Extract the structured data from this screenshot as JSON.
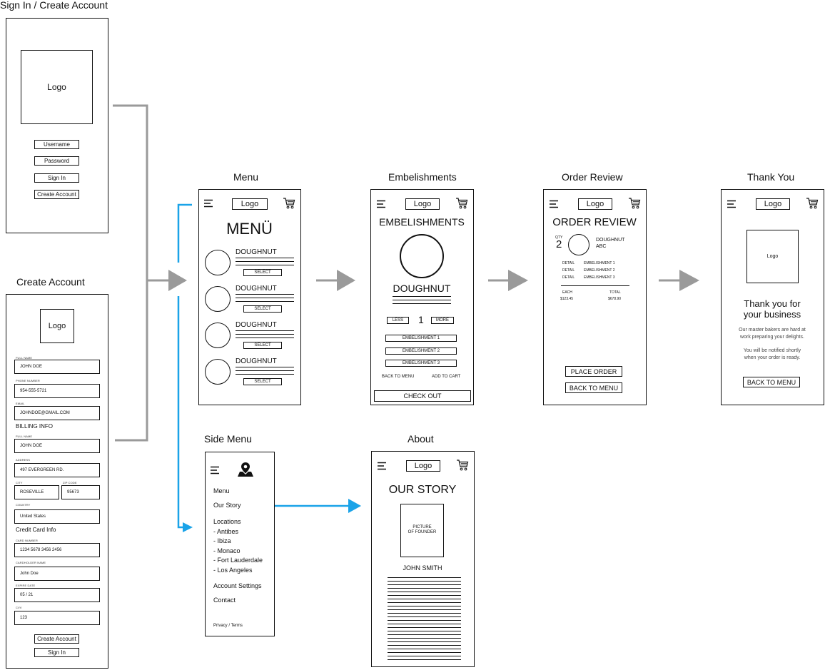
{
  "titles": {
    "signin": "Sign In / Create Account",
    "create": "Create Account",
    "menu": "Menu",
    "emb": "Embelishments",
    "review": "Order Review",
    "thanks": "Thank You",
    "side": "Side Menu",
    "about": "About"
  },
  "signin": {
    "logo": "Logo",
    "username": "Username",
    "password": "Password",
    "signin": "Sign In",
    "create": "Create Account"
  },
  "create": {
    "logo": "Logo",
    "full_name_label": "FULL NAME",
    "full_name": "JOHN DOE",
    "phone_label": "PHONE NUMBER",
    "phone": "954-555-5721",
    "email_label": "EMAIL",
    "email": "JOHNDOE@GMAIL.COM",
    "billing_heading": "BILLING INFO",
    "billing_name_label": "FULL NAME",
    "billing_name": "JOHN DOE",
    "address_label": "ADDRESS",
    "address": "497 EVERGREEN RD.",
    "city_label": "CITY",
    "city": "ROSEVILLE",
    "zip_label": "ZIP CODE",
    "zip": "95673",
    "country_label": "COUNTRY",
    "country": "United States",
    "cc_heading": "Credit Card Info",
    "card_number_label": "CARD NUMBER",
    "card_number": "1234  5678  3456  2456",
    "cardholder_label": "CARDHOLDER NAME",
    "cardholder": "John Doe",
    "expire_label": "EXPIRE DATE",
    "expire": "05   /   21",
    "cvv_label": "CVV",
    "cvv": "123",
    "create_button": "Create Account",
    "signin_button": "Sign In"
  },
  "menu_screen": {
    "logo": "Logo",
    "heading": "MENÜ",
    "items": [
      {
        "name": "DOUGHNUT",
        "button": "SELECT"
      },
      {
        "name": "DOUGHNUT",
        "button": "SELECT"
      },
      {
        "name": "DOUGHNUT",
        "button": "SELECT"
      },
      {
        "name": "DOUGHNUT",
        "button": "SELECT"
      }
    ]
  },
  "emb_screen": {
    "logo": "Logo",
    "heading": "EMBELISHMENTS",
    "product": "DOUGHNUT",
    "less": "LESS",
    "qty": "1",
    "more": "MORE",
    "options": [
      "EMBELISHMENT 1",
      "EMBELISHMENT 2",
      "EMBELISHMENT 3"
    ],
    "back": "BACK TO MENU",
    "add": "ADD TO CART",
    "checkout": "CHECK OUT"
  },
  "review_screen": {
    "logo": "Logo",
    "heading": "ORDER REVIEW",
    "qty_label": "QTY",
    "qty": "2",
    "product_line1": "DOUGHNUT",
    "product_line2": "ABC",
    "details": [
      {
        "label": "DETAIL",
        "value": "EMBELISHMENT 1"
      },
      {
        "label": "DETAIL",
        "value": "EMBELISHMENT 2"
      },
      {
        "label": "DETAIL",
        "value": "EMBELISHMENT 3"
      }
    ],
    "each_label": "EACH",
    "each": "$123.45",
    "total_label": "TOTAL",
    "total": "$678.90",
    "place_order": "PLACE ORDER",
    "back": "BACK TO MENU"
  },
  "thanks_screen": {
    "logo": "Logo",
    "logo_box": "Logo",
    "heading_line1": "Thank you for",
    "heading_line2": "your business",
    "msg1_line1": "Our master bakers are hard at",
    "msg1_line2": "work preparing your delights.",
    "msg2_line1": "You will be notified shortly",
    "msg2_line2": "when your order is ready.",
    "back": "BACK TO MENU"
  },
  "side_screen": {
    "items": {
      "menu": "Menu",
      "story": "Our Story",
      "locations": "Locations",
      "loc1": "- Antibes",
      "loc2": "- Ibiza",
      "loc3": "- Monaco",
      "loc4": "- Fort Lauderdale",
      "loc5": "- Los Angeles",
      "settings": "Account Settings",
      "contact": "Contact",
      "footer": "Privacy / Terms"
    }
  },
  "about_screen": {
    "logo": "Logo",
    "heading": "OUR STORY",
    "picture_line1": "PICTURE",
    "picture_line2": "OF FOUNDER",
    "name": "JOHN SMITH"
  },
  "icons": {
    "hamburger": "hamburger-icon",
    "cart": "cart-icon",
    "map": "map-pin-icon"
  },
  "colors": {
    "connector_gray": "#9a9a9a",
    "connector_blue": "#1aa3e8"
  }
}
